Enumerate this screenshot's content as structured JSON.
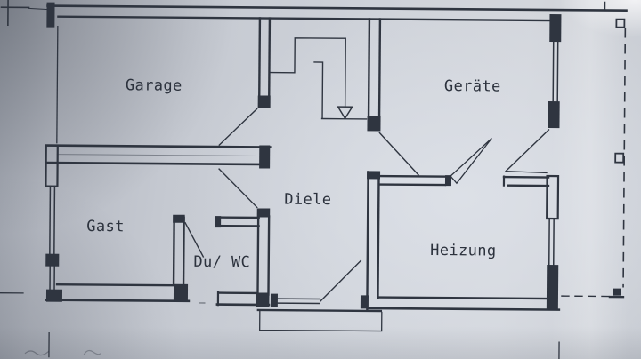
{
  "rooms": {
    "garage": {
      "label": "Garage"
    },
    "geraete": {
      "label": "Geräte"
    },
    "diele": {
      "label": "Diele"
    },
    "gast": {
      "label": "Gast"
    },
    "du_wc": {
      "label": "Du/ WC"
    },
    "heizung": {
      "label": "Heizung"
    }
  },
  "symbols": {
    "stair_arrow": "down-arrow",
    "boundary_marker": "small-square",
    "survey_cross": "cross"
  },
  "colors": {
    "paper": "#c9cdd5",
    "ink": "#2f3540"
  }
}
